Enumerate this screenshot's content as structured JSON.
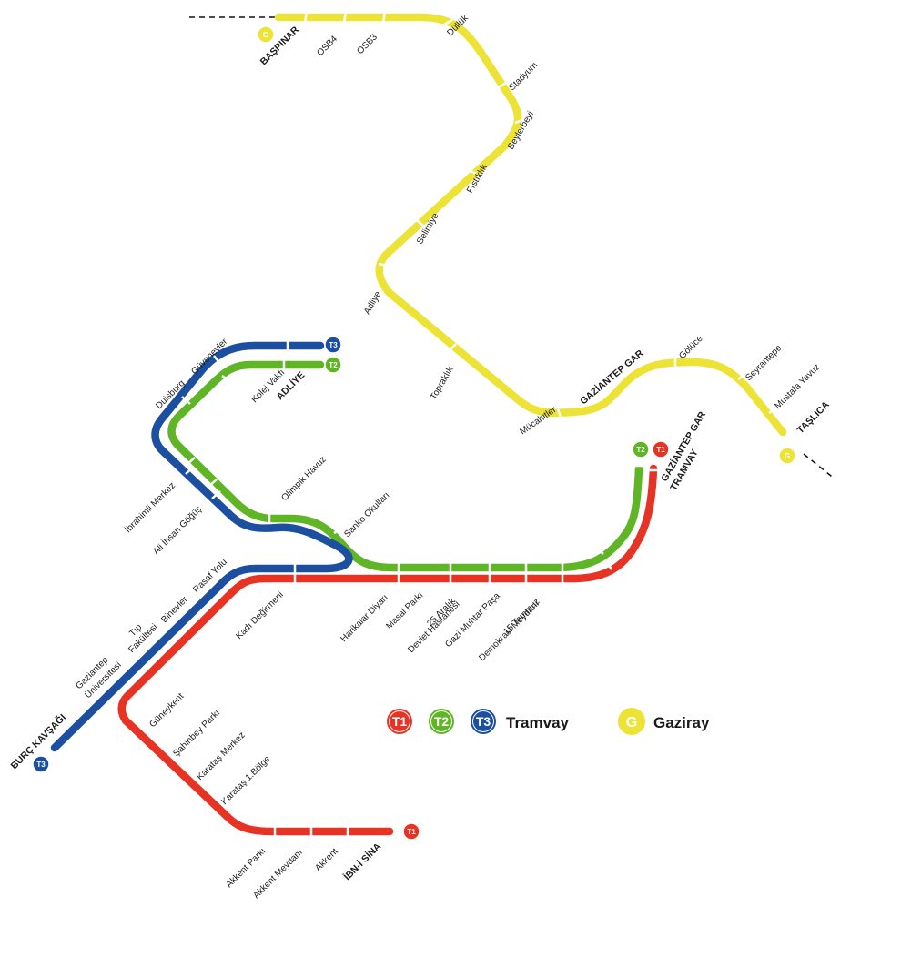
{
  "colors": {
    "t1": "#e63323",
    "t2": "#5fb526",
    "t3": "#1d4fa0",
    "gaziray": "#ede337"
  },
  "legend": {
    "t1": "T1",
    "t2": "T2",
    "t3": "T3",
    "tramvay": "Tramvay",
    "g": "G",
    "gaziray": "Gaziray"
  },
  "badges": {
    "t1": "T1",
    "t2": "T2",
    "t3": "T3",
    "g": "G"
  },
  "stations": {
    "gaziray": [
      "BAŞPINAR",
      "OSB4",
      "OSB3",
      "Düllük",
      "Stadyum",
      "Beylerbeyi",
      "Fıstıklık",
      "Selimiye",
      "Adliye",
      "Topraklık",
      "Mücahitler",
      "GAZİANTEP GAR",
      "Gölüce",
      "Seyrantepe",
      "Mustafa Yavuz",
      "TAŞLICA"
    ],
    "t3": [
      "Duisburg",
      "Güvenevler",
      "İbrahimli Merkez",
      "Ali İhsan Göğüş",
      "Rasaf Yolu",
      "Binevler",
      "Tıp",
      "Fakültesi",
      "Gaziantep",
      "Üniversitesi",
      "BURÇ KAVŞAĞI"
    ],
    "t2": [
      "Kolej Vakfı",
      "ADLİYE",
      "Olimpik Havuz",
      "Sanko Okulları",
      "Harikalar Diyarı",
      "Masal Parkı",
      "25 Aralık",
      "Devlet Hastanesi",
      "Gazi Muhtar Paşa",
      "15 Temmuz",
      "Demokrasi Meydanı"
    ],
    "t1": [
      "GAZİANTEP GAR",
      "TRAMVAY",
      "Kadı Değirmeni",
      "Güneykent",
      "Şahinbey Parkı",
      "Karataş Merkez",
      "Karataş 1.Bölge",
      "Akkent Parkı",
      "Akkent Meydanı",
      "Akkent",
      "İBN-İ SİNA"
    ]
  }
}
